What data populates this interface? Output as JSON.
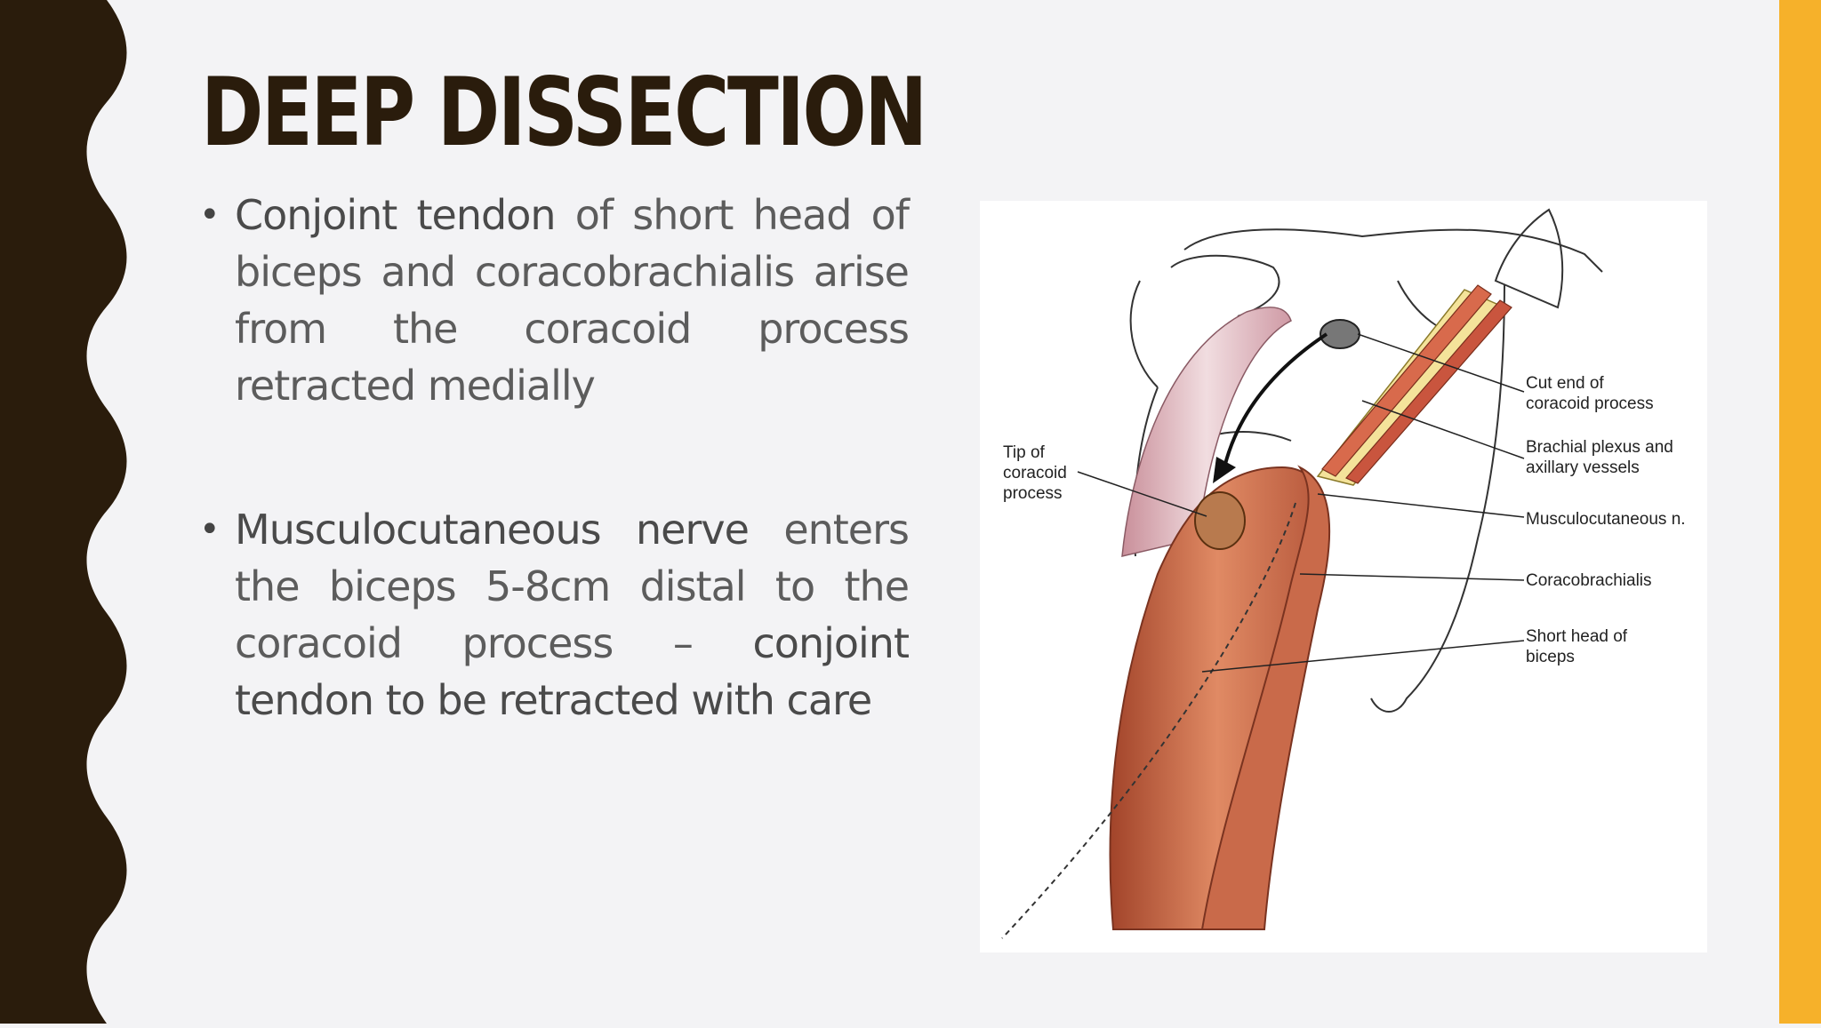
{
  "slide": {
    "title": "DEEP DISSECTION",
    "colors": {
      "left_band": "#2a1c0c",
      "right_band": "#f6b12a",
      "background": "#f3f3f5"
    }
  },
  "bullets": [
    {
      "term": "Conjoint tendon",
      "text": " of short head of biceps and coracobrachialis arise from the coracoid process retracted medially"
    },
    {
      "term": "Musculocutaneous nerve",
      "text": " enters the biceps 5-8cm distal to the coracoid process – ",
      "emphasis": "conjoint tendon to be retracted with care"
    }
  ],
  "figure": {
    "labels": {
      "tip_line1": "Tip of",
      "tip_line2": "coracoid",
      "tip_line3": "process",
      "cut_line1": "Cut end of",
      "cut_line2": "coracoid process",
      "plexus_line1": "Brachial plexus and",
      "plexus_line2": "axillary vessels",
      "musculo": "Musculocutaneous n.",
      "coraco": "Coracobrachialis",
      "short_line1": "Short head of",
      "short_line2": "biceps"
    }
  }
}
